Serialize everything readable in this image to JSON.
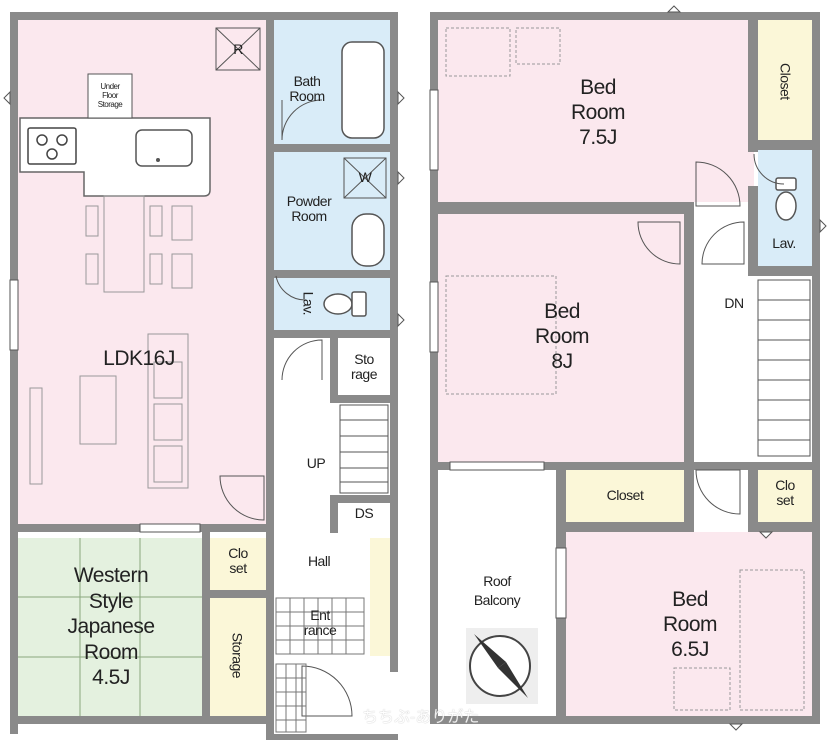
{
  "colors": {
    "ldk": "#fbe8ee",
    "bedroom": "#fbe8ee",
    "wet_area": "#d9ecf8",
    "japanese_room": "#e4f1df",
    "storage": "#fbf7d8",
    "hall": "#ffffff",
    "balcony": "#ffffff",
    "wall": "#8a8a8a",
    "fixture_line": "#555555"
  },
  "first_floor": {
    "ldk": {
      "name": "LDK16J"
    },
    "under_floor_storage": {
      "line1": "Under",
      "line2": "Floor",
      "line3": "Storage"
    },
    "refrigerator_mark": "R",
    "bath": {
      "line1": "Bath",
      "line2": "Room"
    },
    "powder": {
      "line1": "Powder",
      "line2": "Room"
    },
    "washer_mark": "W",
    "lav": "Lav.",
    "storage_small": {
      "line1": "Sto",
      "line2": "rage"
    },
    "up": "UP",
    "ds": "DS",
    "closet": {
      "line1": "Clo",
      "line2": "set"
    },
    "hall": "Hall",
    "entrance": {
      "line1": "Ent",
      "line2": "rance"
    },
    "storage_tall": "Storage",
    "western_japanese": {
      "line1": "Western",
      "line2": "Style",
      "line3": "Japanese",
      "line4": "Room",
      "line5": "4.5J"
    }
  },
  "second_floor": {
    "bed1": {
      "line1": "Bed",
      "line2": "Room",
      "line3": "7.5J"
    },
    "closet_vertical": "Closet",
    "lav": "Lav.",
    "bed2": {
      "line1": "Bed",
      "line2": "Room",
      "line3": "8J"
    },
    "dn": "DN",
    "closet_wide": "Closet",
    "closet_small": {
      "line1": "Clo",
      "line2": "set"
    },
    "roof_balcony": {
      "line1": "Roof",
      "line2": "Balcony"
    },
    "bed3": {
      "line1": "Bed",
      "line2": "Room",
      "line3": "6.5J"
    }
  },
  "watermark": "ちちぶ-ありがた"
}
